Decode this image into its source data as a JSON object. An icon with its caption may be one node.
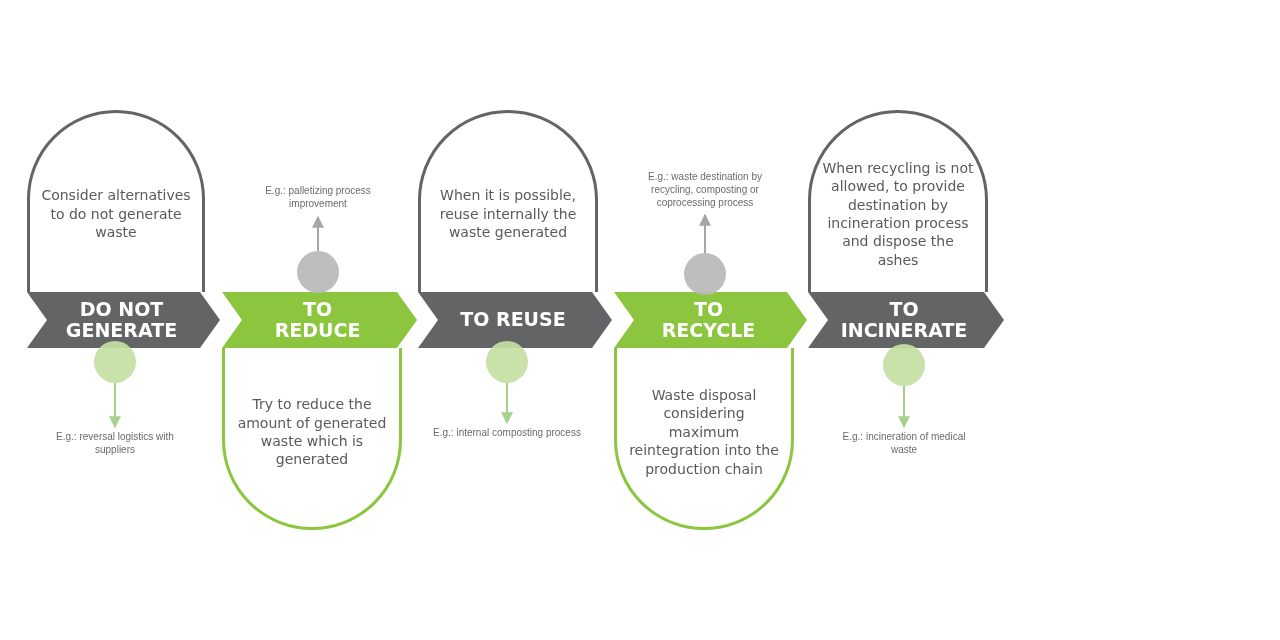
{
  "diagram": {
    "nodes": [
      {
        "text": [
          "Consider alternatives to do not generate waste"
        ]
      },
      {
        "text": [
          "DO NOT GENERATE"
        ]
      },
      {
        "text": [],
        "shape": "circle"
      },
      {
        "text": [
          "E.g.: reversal logistics with suppliers"
        ]
      },
      {
        "text": [
          "Try to reduce the amount of generated waste which is generated"
        ]
      },
      {
        "text": [
          "TO REDUCE"
        ]
      },
      {
        "text": [],
        "shape": "circle"
      },
      {
        "text": [
          "E.g.: palletizing process improvement"
        ]
      },
      {
        "text": [
          "When it is possible, reuse internally the waste generated"
        ]
      },
      {
        "text": [
          "TO REUSE"
        ]
      },
      {
        "text": [],
        "shape": "circle"
      },
      {
        "text": [
          "E.g.: internal composting process"
        ]
      },
      {
        "text": [
          "Waste disposal considering maximum reintegration into the production chain"
        ]
      },
      {
        "text": [
          "TO RECYCLE"
        ]
      },
      {
        "text": [],
        "shape": "circle"
      },
      {
        "text": [
          "E.g.: waste destination by recycling, composting or coprocessing process"
        ]
      },
      {
        "text": [
          "When recycling is not allowed, to provide destination by incineration process and dispose the ashes"
        ]
      },
      {
        "text": [
          "TO INCINERATE"
        ]
      },
      {
        "text": [],
        "shape": "circle"
      },
      {
        "text": [
          "E.g.: incineration of medical waste"
        ]
      }
    ],
    "edges": [
      {
        "from": 2,
        "to": 3,
        "arrow": "to"
      },
      {
        "from": 6,
        "to": 7,
        "arrow": "to",
        "color": "#a6a6a6"
      },
      {
        "from": 10,
        "to": 11,
        "arrow": "to"
      },
      {
        "from": 14,
        "to": 15,
        "arrow": "to",
        "color": "#a6a6a6"
      },
      {
        "from": 18,
        "to": 19,
        "arrow": "to"
      }
    ]
  }
}
